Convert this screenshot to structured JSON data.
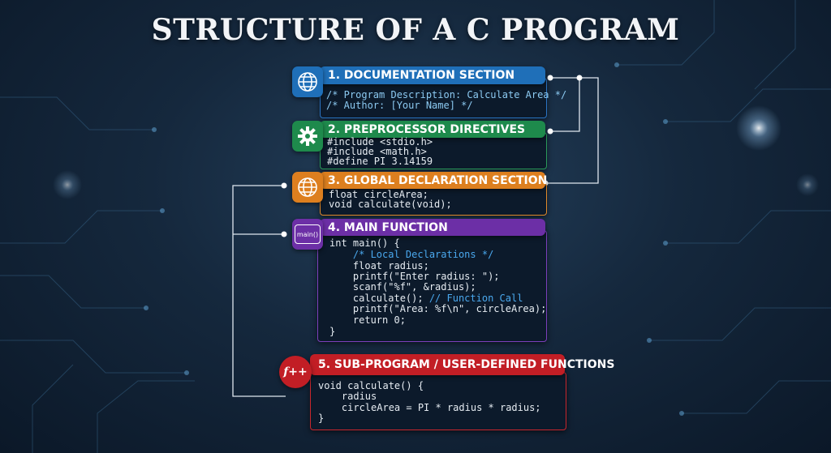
{
  "title": "STRUCTURE OF A C PROGRAM",
  "colors": {
    "documentation": "#1f6fb8",
    "preprocessor": "#1e8a4c",
    "global": "#dd7f1f",
    "main": "#6c2fa6",
    "subprogram": "#c21e25"
  },
  "sections": [
    {
      "heading": "1. DOCUMENTATION SECTION",
      "icon": "globe-icon",
      "lines": [
        "/* Program Description: Calculate Area */",
        "/* Author: [Your Name] */"
      ]
    },
    {
      "heading": "2. PREPROCESSOR DIRECTIVES",
      "icon": "gear-icon",
      "lines": [
        "#include <stdio.h>",
        "#include <math.h>",
        "#define PI 3.14159"
      ]
    },
    {
      "heading": "3. GLOBAL DECLARATION SECTION",
      "icon": "globe-icon",
      "lines": [
        "float circleArea;",
        "void calculate(void);"
      ]
    },
    {
      "heading": "4. MAIN FUNCTION",
      "icon": "main-chat-icon",
      "icon_label": "main()",
      "lines": [
        "int main() {",
        "    /* Local Declarations */",
        "    float radius;",
        "    printf(\"Enter radius: \");",
        "    scanf(\"%f\", &radius);",
        "    calculate(); ",
        "// Function Call",
        "    printf(\"Area: %f\\n\", circleArea);",
        "    return 0;",
        "}"
      ]
    },
    {
      "heading": "5. SUB-PROGRAM / USER-DEFINED FUNCTIONS",
      "icon": "function-icon",
      "icon_label": "f++",
      "lines": [
        "void calculate() {",
        "    radius",
        "    circleArea = PI * radius * radius;",
        "}"
      ]
    }
  ]
}
